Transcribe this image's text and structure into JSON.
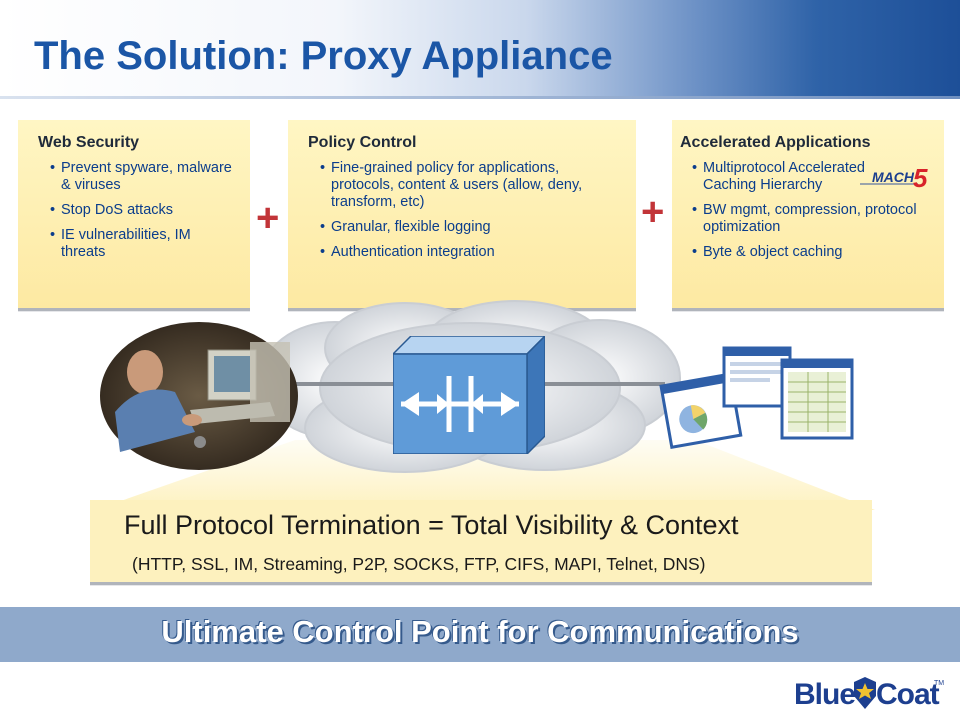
{
  "title": "The Solution: Proxy Appliance",
  "cards": [
    {
      "heading": "Web Security",
      "items": [
        "Prevent spyware, malware & viruses",
        "Stop DoS attacks",
        "IE vulnerabilities, IM threats"
      ]
    },
    {
      "heading": "Policy Control",
      "items": [
        "Fine-grained policy for applications, protocols, content & users (allow, deny, transform, etc)",
        "Granular, flexible logging",
        "Authentication integration"
      ]
    },
    {
      "heading": "Accelerated Applications",
      "items": [
        "Multiprotocol Accelerated Caching Hierarchy",
        "BW mgmt, compression, protocol optimization",
        "Byte & object caching"
      ]
    }
  ],
  "plus_1": "+",
  "plus_2": "+",
  "mach_logo": {
    "text": "MACH",
    "digit": "5"
  },
  "callout": {
    "main": "Full Protocol Termination = Total Visibility & Context",
    "sub": "(HTTP, SSL, IM, Streaming, P2P, SOCKS, FTP, CIFS, MAPI, Telnet, DNS)"
  },
  "banner": "Ultimate Control Point for Communications",
  "logo": {
    "part1": "Blue",
    "part2": "Coat",
    "tm": "TM"
  },
  "colors": {
    "title": "#1b56a6",
    "bullet_text": "#0b3d8c",
    "plus": "#c23438",
    "banner": "#8fa9cb",
    "card": "#fdf1be",
    "appliance": "#5f9bd8"
  }
}
